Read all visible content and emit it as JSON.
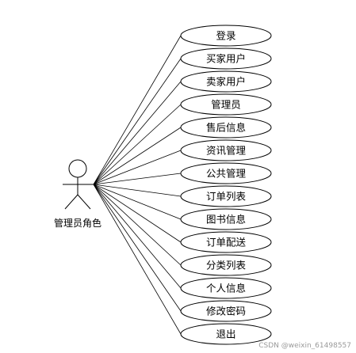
{
  "actor": {
    "label": "管理员角色"
  },
  "use_cases": [
    "登录",
    "买家用户",
    "卖家用户",
    "管理员",
    "售后信息",
    "资讯管理",
    "公共管理",
    "订单列表",
    "图书信息",
    "订单配送",
    "分类列表",
    "个人信息",
    "修改密码",
    "退出"
  ],
  "watermark": "CSDN @weixin_61498557"
}
